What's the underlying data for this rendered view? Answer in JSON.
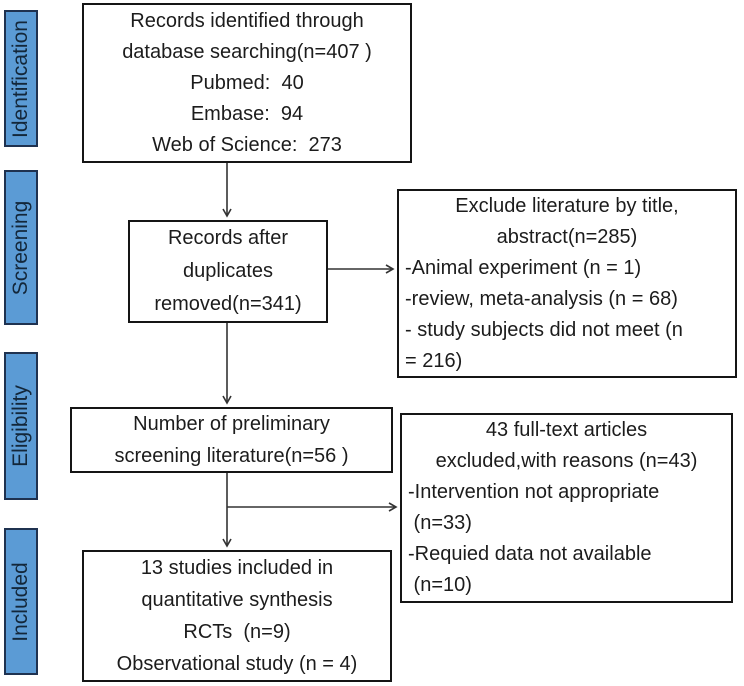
{
  "sidebar": {
    "items": [
      {
        "label": "Identification"
      },
      {
        "label": "Screening"
      },
      {
        "label": "Eligibility"
      },
      {
        "label": "Included"
      }
    ]
  },
  "boxes": {
    "identified": {
      "lines": [
        "Records identified through",
        "database searching(n=407 )",
        "Pubmed:  40",
        "Embase:  94",
        "Web of Science:  273"
      ]
    },
    "duplicates_removed": {
      "lines": [
        "Records after",
        "duplicates",
        "removed(n=341)"
      ]
    },
    "excluded_title_abstract": {
      "lines": [
        "Exclude literature by title,",
        "abstract(n=285)",
        "-Animal experiment (n = 1)",
        "-review, meta-analysis (n = 68)",
        "- study subjects did not meet (n",
        "= 216)"
      ]
    },
    "preliminary_screening": {
      "lines": [
        "Number of preliminary",
        "screening literature(n=56 )"
      ]
    },
    "fulltext_excluded": {
      "lines": [
        "43 full-text articles",
        "excluded,with reasons (n=43)",
        "-Intervention not appropriate",
        " (n=33)",
        "-Requied data not available",
        " (n=10)"
      ]
    },
    "studies_included": {
      "lines": [
        "13 studies included in",
        "quantitative synthesis",
        "RCTs  (n=9)",
        "Observational study (n = 4)"
      ]
    }
  },
  "colors": {
    "sidebar_fill": "#5b9bd5",
    "sidebar_border": "#1f3250",
    "box_border": "#151515",
    "arrow": "#333333",
    "text": "#1c1c1c"
  }
}
